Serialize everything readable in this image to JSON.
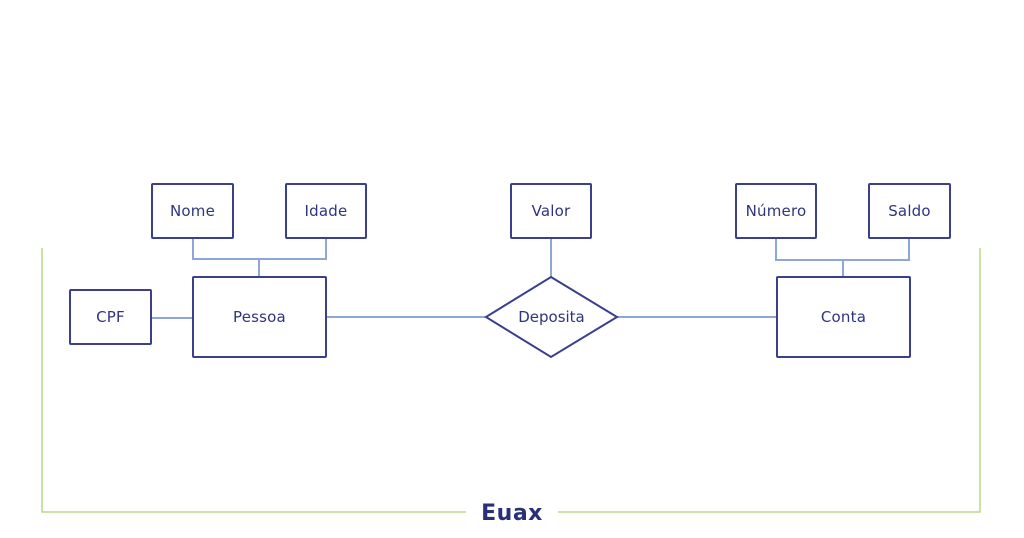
{
  "diagram": {
    "entities": {
      "pessoa": "Pessoa",
      "conta": "Conta"
    },
    "relationship": "Deposita",
    "attributes": {
      "nome": "Nome",
      "idade": "Idade",
      "cpf": "CPF",
      "valor": "Valor",
      "numero": "Número",
      "saldo": "Saldo"
    }
  },
  "brand": {
    "logo_text": "Euax"
  },
  "colors": {
    "shape_border": "#3b3f8c",
    "connector": "#8ea6d8",
    "frame": "#b9d88a",
    "text": "#2f3480"
  }
}
